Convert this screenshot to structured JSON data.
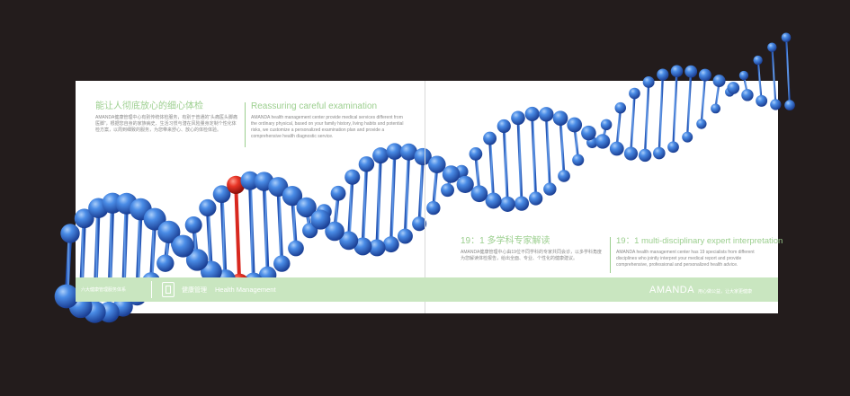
{
  "left_page": {
    "cn_title": "能让人彻底放心的细心体检",
    "cn_body": "AMANDA健康管理中心有别传统体检服务，有别于普通的“头痛医头脚痛医脚”，根据您自身的家族病史、生活习惯与潜在风险量身定制个性化体检方案，以周到细致的服务，为您带来舒心、放心的体检体验。",
    "en_title": "Reassuring careful examination",
    "en_body": "AMANDA health management center provide medical services different from the ordinary physical, based on your family history, living habits and potential risks, we customize a personalized examination plan and provide a comprehensive health diagnostic service."
  },
  "right_page": {
    "cn_title": "19：1 多学科专家解读",
    "cn_body": "AMANDA健康管理中心由19位不同学科的专家共同会诊，以多学科角度为您解读体检报告，给出全面、专业、个性化的健康建议。",
    "en_title": "19：1 multi-disciplinary expert interpretation",
    "en_body": "AMANDA health management center has 19 specialists from different disciplines who jointly interpret your medical report and provide comprehensive, professional and personalized health advice."
  },
  "band": {
    "left_caption": "六大健康管理服务体系",
    "cn_label": "健康管理",
    "en_label": "Health Management",
    "brand": "AMANDA",
    "slogan": "用心做公益，让大家更健康"
  },
  "colors": {
    "accent_green": "#9ccf8f",
    "band_green": "#c9e6c0",
    "dna_blue": "#2a66c4",
    "dna_red": "#d8281f",
    "background": "#231c1c"
  }
}
